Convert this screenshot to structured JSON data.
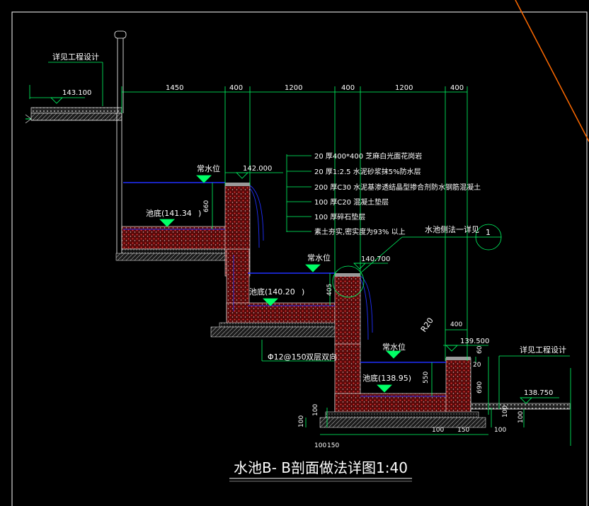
{
  "drawing": {
    "title": "水池B- B剖面做法详图1:40",
    "colors": {
      "background": "#000000",
      "frame": "#ffffff",
      "dimension": "#00ff66",
      "water": "#2030ff",
      "leader": "#00ff66",
      "concrete": "#cc2222",
      "accent": "#ff6a00",
      "text": "#ffffff"
    }
  },
  "labels": {
    "top_note": "详见工程设计",
    "right_note": "详见工程设计",
    "detail_note": "水池侧法一详见",
    "detail_ref": "1",
    "rebar_note_a": "Φ12@150",
    "rebar_note_b": "双层双向",
    "radius_note": "R20"
  },
  "elevations": {
    "ground_left": "143.100",
    "upper_wall_top": "142.000",
    "middle_wall_top": "140.700",
    "lower_wall_top": "139.500",
    "ground_right": "138.750"
  },
  "pools": {
    "upper": {
      "water_level_label": "常水位",
      "bottom_label": "池底(141.34",
      "bottom_suffix": ")"
    },
    "middle": {
      "water_level_label": "常水位",
      "bottom_label": "池底(140.20",
      "bottom_suffix": ")"
    },
    "lower": {
      "water_level_label": "常水位",
      "bottom_label": "池底(138.95)"
    }
  },
  "top_dimensions": [
    "1450",
    "400",
    "1200",
    "400",
    "1200",
    "400"
  ],
  "side_dimensions": {
    "upper_depth": "660",
    "middle_depth": "405",
    "lower_depth": "550",
    "lower_right_total": "690",
    "lower_right_top": "20",
    "lower_right_a": "60",
    "wall_width": "400",
    "bottom_right_100": "100",
    "bottom_right_150": "150",
    "far_right_100a": "100",
    "far_right_100b": "100",
    "bottom_left_100": "100",
    "bottom_left_150": "150",
    "left_100": "100",
    "left_100b": "100",
    "right_vert_100": "100"
  },
  "layer_notes": [
    "20  厚400*400   芝麻白光面花岗岩",
    "20  厚1:2.5  水泥砂浆抹5%防水层",
    "200  厚C30  水泥基渗透结晶型掺合剂防水钢筋混凝土",
    "100  厚C20  混凝土垫层",
    "100  厚碎石垫层",
    "素土夯实,密实度为93% 以上"
  ]
}
